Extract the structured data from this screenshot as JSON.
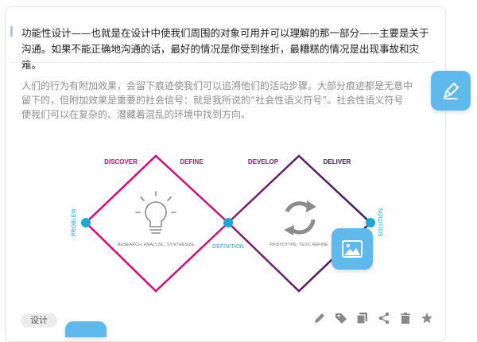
{
  "article": {
    "quote": "功能性设计——也就是在设计中使我们周围的对象可用并可以理解的那一部分——主要是关于沟通。如果不能正确地沟通的话，最好的情况是你受到挫折，最糟糕的情况是出现事故和灾难。",
    "paragraph": "人们的行为有附加效果，会留下痕迹使我们可以追溯他们的活动步骤。大部分痕迹都是无意中\n留下的，但附加效果是重要的社会信号：就是我所说的“社会性语义符号”。社会性语义符号\n使我们可以在复杂的、潜藏着混乱的环境中找到方向。"
  },
  "diagram": {
    "phases": [
      "DISCOVER",
      "DEFINE",
      "DEVELOP",
      "DELIVER"
    ],
    "left_label": "PROBLEM",
    "center_label": "DEFINITION",
    "right_label": "SOLUTION",
    "left_caption": "RESEARCH, ANALYZE , SYNTHESIZE",
    "right_caption": "PROTOTYPE, TEST, REFINE",
    "left_icon": "lightbulb-icon",
    "right_icon": "refresh-cycle-icon",
    "colors": {
      "discover": "#e4007f",
      "define": "#c3147f",
      "develop": "#8b1a7a",
      "deliver": "#3b1a5e",
      "node": "#1aa9d6"
    }
  },
  "footer": {
    "tag": "设计",
    "tools": [
      "edit-icon",
      "tag-icon",
      "copy-icon",
      "share-icon",
      "delete-icon",
      "star-icon"
    ]
  },
  "floating": {
    "pen_button": "pen-icon",
    "image_button": "image-icon"
  }
}
